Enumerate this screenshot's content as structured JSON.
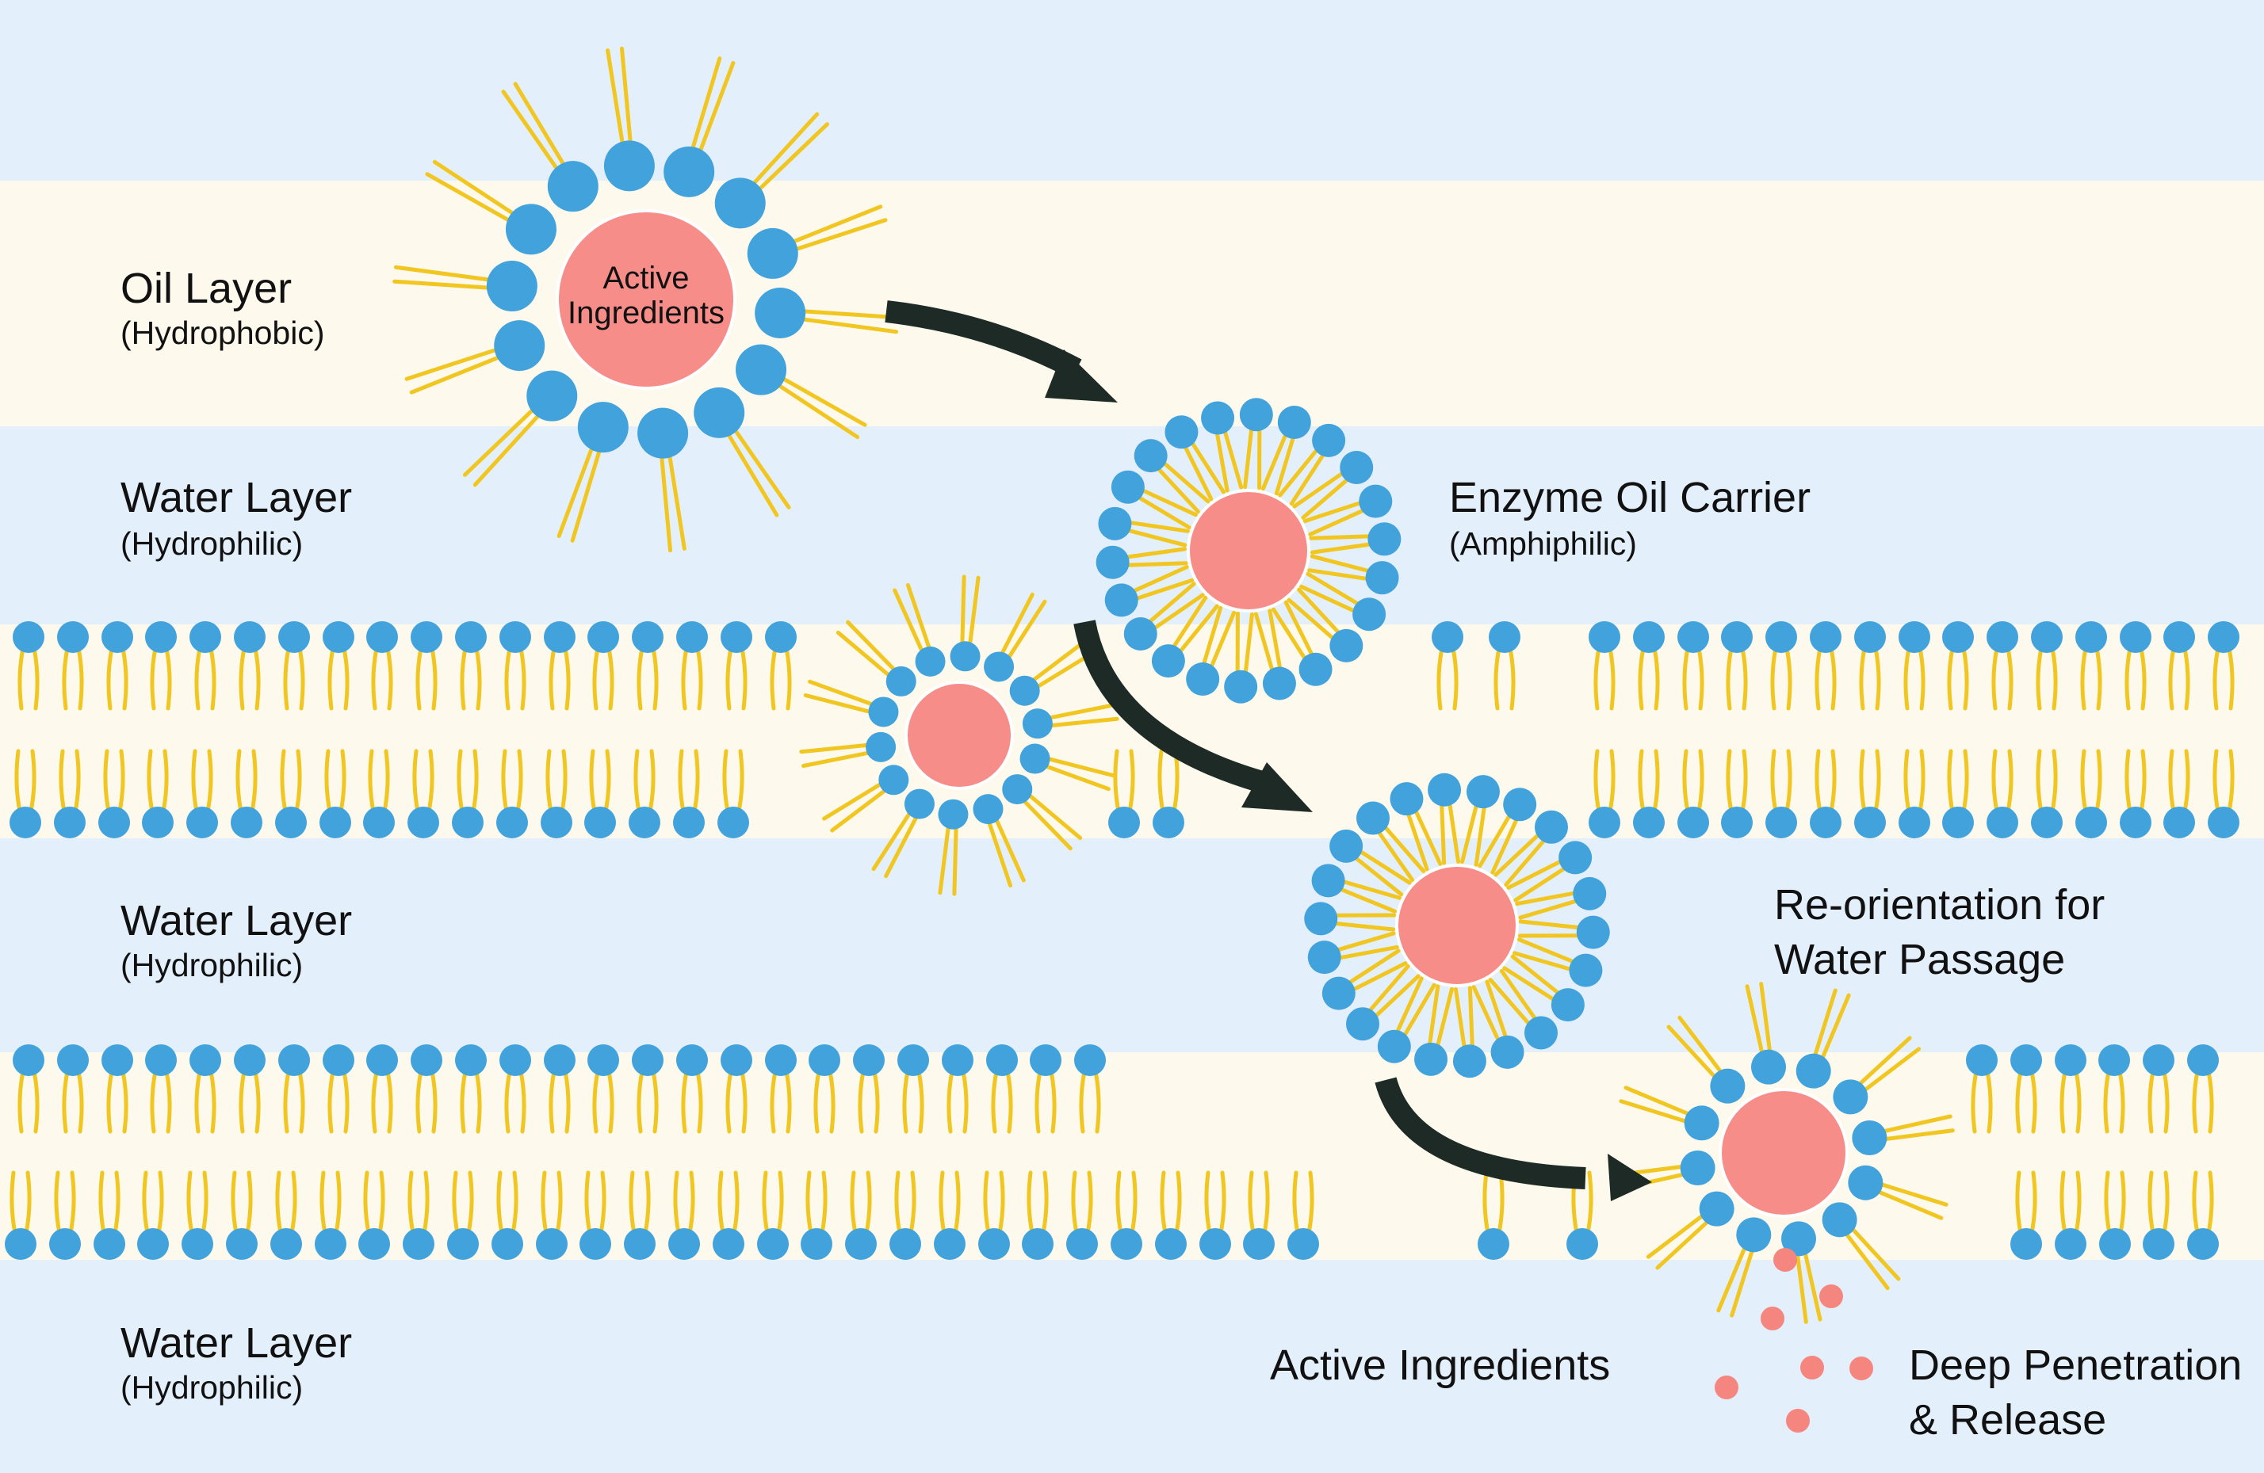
{
  "colors": {
    "water_band": "#e3effa",
    "oil_band": "#fdf9ec",
    "head": "#41a2dc",
    "tail": "#f2c620",
    "core": "#f78d88",
    "core_outline": "#ffffff",
    "arrow": "#1d2a26",
    "droplet": "#f5867f",
    "text": "#111111"
  },
  "layers": [
    {
      "name": "Oil Layer",
      "sub": "(Hydrophobic)"
    },
    {
      "name": "Water Layer",
      "sub": "(Hydrophilic)"
    },
    {
      "name": "Water Layer",
      "sub": "(Hydrophilic)"
    },
    {
      "name": "Water Layer",
      "sub": "(Hydrophilic)"
    }
  ],
  "top_particle": {
    "core_line1": "Active",
    "core_line2": "Ingredients"
  },
  "labels": {
    "carrier_name": "Enzyme Oil Carrier",
    "carrier_sub": "(Amphiphilic)",
    "reorient_line1": "Re-orientation for",
    "reorient_line2": "Water Passage",
    "active": "Active Ingredients",
    "release_line1": "Deep Penetration",
    "release_line2": "& Release"
  },
  "icons": {
    "arrows": "curved-arrow-icon",
    "droplets": "droplet-icon"
  }
}
